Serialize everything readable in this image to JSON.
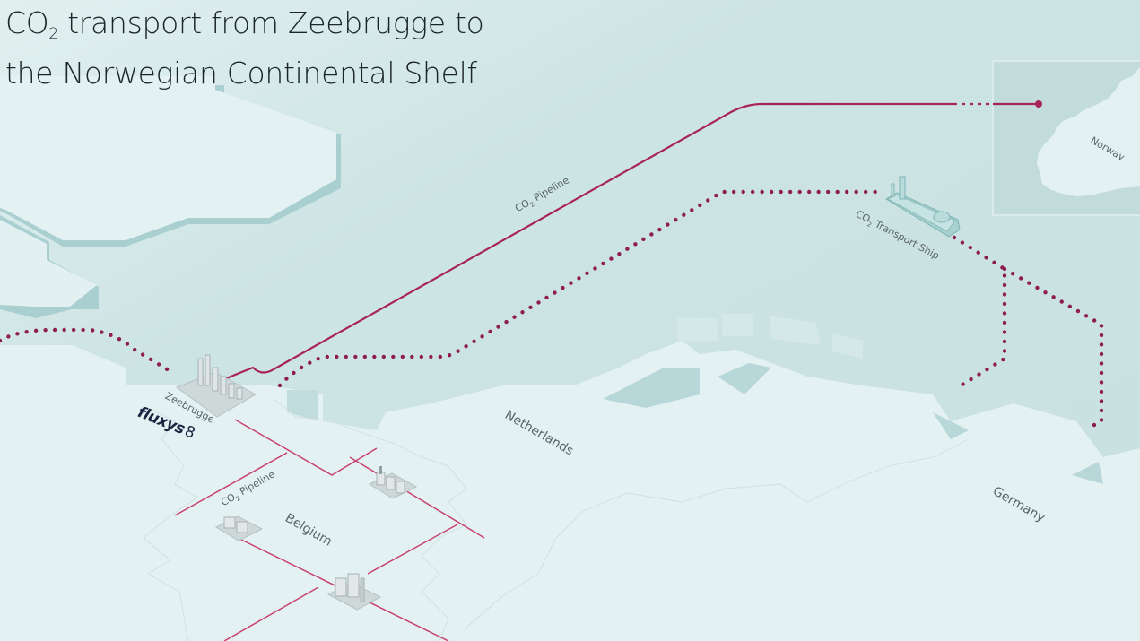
{
  "title": {
    "line1_prefix": "CO",
    "line1_sub": "2",
    "line1_rest": " transport from Zeebrugge to",
    "line2": "the Norwegian Continental Shelf"
  },
  "colors": {
    "sea": "#cbe3e3",
    "land": "#e4f1f2",
    "land_shadow": "#a9cfd1",
    "pipeline": "#a8235a",
    "onshore_pipeline": "#c8426e",
    "text": "#1c2628",
    "label": "#5a6466",
    "brand": "#1b2440"
  },
  "labels": {
    "pipeline_offshore": {
      "prefix": "CO",
      "sub": "2",
      "rest": " Pipeline"
    },
    "pipeline_onshore": {
      "prefix": "CO",
      "sub": "2",
      "rest": " Pipeline"
    },
    "ship": {
      "prefix": "CO",
      "sub": "2",
      "rest": " Transport Ship"
    },
    "terminal": "Zeebrugge",
    "brand": "fluxys",
    "brand_mark": "8",
    "countries": {
      "norway": "Norway",
      "netherlands": "Netherlands",
      "belgium": "Belgium",
      "germany": "Germany"
    }
  },
  "legend_inset": {
    "region": "Norway"
  }
}
